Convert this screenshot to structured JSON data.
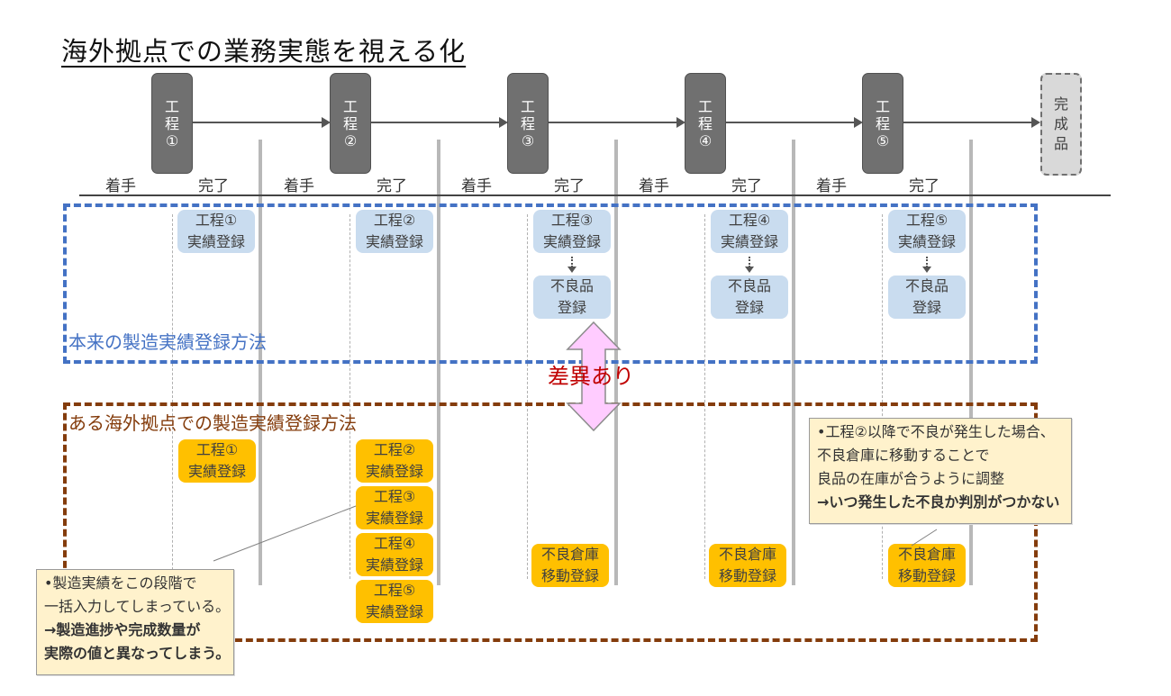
{
  "title": "海外拠点での業務実態を視える化",
  "processes": [
    {
      "char1": "工",
      "char2": "程",
      "num": "①"
    },
    {
      "char1": "工",
      "char2": "程",
      "num": "②"
    },
    {
      "char1": "工",
      "char2": "程",
      "num": "③"
    },
    {
      "char1": "工",
      "char2": "程",
      "num": "④"
    },
    {
      "char1": "工",
      "char2": "程",
      "num": "⑤"
    }
  ],
  "finished_product": {
    "c1": "完",
    "c2": "成",
    "c3": "品"
  },
  "phase_labels": {
    "start": "着手",
    "end": "完了"
  },
  "standard_section": {
    "label": "本来の製造実績登録方法",
    "records": [
      {
        "line1": "工程①",
        "line2": "実績登録"
      },
      {
        "line1": "工程②",
        "line2": "実績登録"
      },
      {
        "line1": "工程③",
        "line2": "実績登録"
      },
      {
        "line1": "工程④",
        "line2": "実績登録"
      },
      {
        "line1": "工程⑤",
        "line2": "実績登録"
      }
    ],
    "defect_records": [
      {
        "line1": "不良品",
        "line2": "登録"
      },
      {
        "line1": "不良品",
        "line2": "登録"
      },
      {
        "line1": "不良品",
        "line2": "登録"
      }
    ]
  },
  "difference_label": "差異あり",
  "overseas_section": {
    "label": "ある海外拠点での製造実績登録方法",
    "records": [
      {
        "line1": "工程①",
        "line2": "実績登録"
      },
      {
        "line1": "工程②",
        "line2": "実績登録"
      },
      {
        "line1": "工程③",
        "line2": "実績登録"
      },
      {
        "line1": "工程④",
        "line2": "実績登録"
      },
      {
        "line1": "工程⑤",
        "line2": "実績登録"
      }
    ],
    "warehouse_moves": [
      {
        "line1": "不良倉庫",
        "line2": "移動登録"
      },
      {
        "line1": "不良倉庫",
        "line2": "移動登録"
      },
      {
        "line1": "不良倉庫",
        "line2": "移動登録"
      }
    ]
  },
  "notes": {
    "left": {
      "line1": "•製造実績をこの段階で",
      "line2": " 一括入力してしまっている。",
      "line3": " →製造進捗や完成数量が",
      "line4": "   実際の値と異なってしまう。"
    },
    "right": {
      "line1": "•工程②以降で不良が発生した場合、",
      "line2": " 不良倉庫に移動することで",
      "line3": " 良品の在庫が合うように調整",
      "line4": " →いつ発生した不良か判別がつかない"
    }
  },
  "colors": {
    "standard_border": "#4472c4",
    "overseas_border": "#843c0c",
    "record_blue": "#c9dcef",
    "record_orange": "#ffc000",
    "difference_text": "#c00000",
    "arrow_fill": "#ffccff",
    "note_fill": "#fff2cc"
  }
}
